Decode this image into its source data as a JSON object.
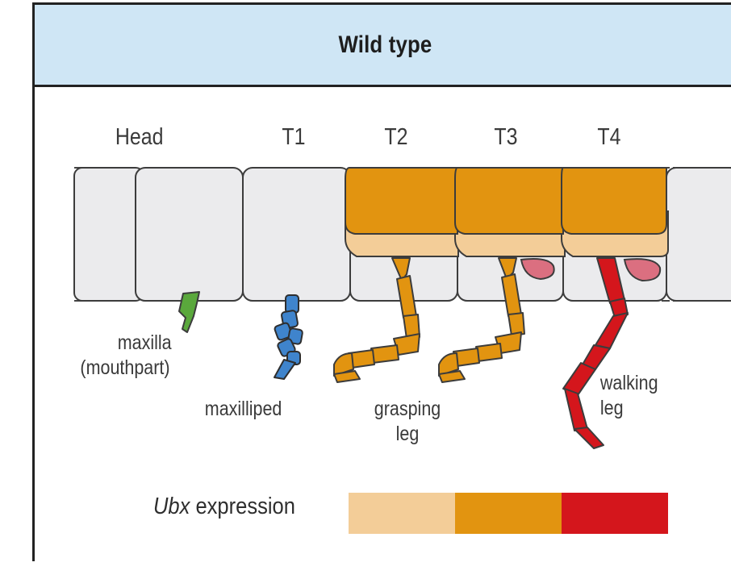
{
  "figure": {
    "title": "Wild type",
    "colors": {
      "header_bg": "#cfe6f5",
      "segment_gray": "#ebebed",
      "ubx_low": "#f3cd98",
      "ubx_mid": "#e29410",
      "ubx_high": "#d4161c",
      "maxilla": "#5aa83c",
      "maxilliped": "#3f84cc",
      "gill": "#db6f80"
    }
  },
  "segments": [
    {
      "label": "Head"
    },
    {
      "label": "T1"
    },
    {
      "label": "T2"
    },
    {
      "label": "T3"
    },
    {
      "label": "T4"
    }
  ],
  "appendages": {
    "maxilla_line1": "maxilla",
    "maxilla_line2": "(mouthpart)",
    "maxilliped": "maxilliped",
    "grasping_line1": "grasping",
    "grasping_line2": "leg",
    "walking_line1": "walking",
    "walking_line2": "leg"
  },
  "legend": {
    "ubx_italic": "Ubx",
    "expression": " expression",
    "levels": [
      {
        "color": "#f3cd98"
      },
      {
        "color": "#e29410"
      },
      {
        "color": "#d4161c"
      }
    ]
  }
}
